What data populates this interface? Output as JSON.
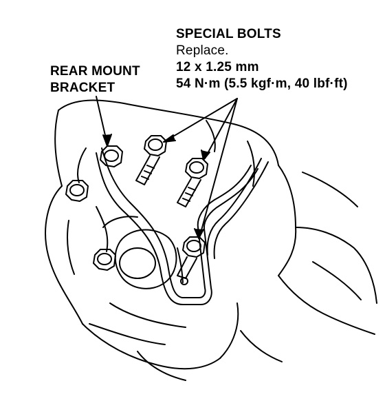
{
  "callouts": {
    "special_bolts": {
      "title": "SPECIAL BOLTS",
      "note": "Replace.",
      "size": "12 x 1.25 mm",
      "torque": "54 N·m (5.5 kgf·m, 40 lbf·ft)"
    },
    "rear_mount_bracket": {
      "line1": "REAR MOUNT",
      "line2": "BRACKET"
    }
  }
}
